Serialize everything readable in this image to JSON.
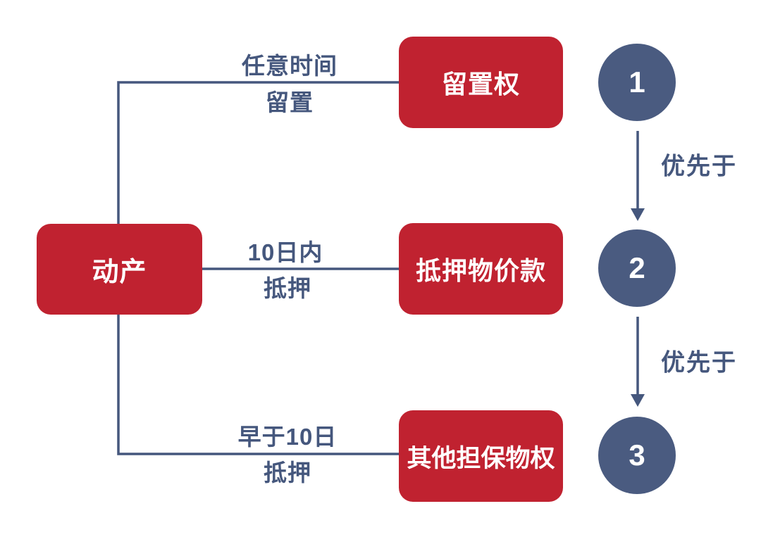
{
  "diagram": {
    "title_implied": "",
    "colors": {
      "background": "#ffffff",
      "node_red": "#C02230",
      "circle_blue": "#4A5B80",
      "line_blue": "#45577D",
      "label_blue": "#45577D",
      "node_text": "#ffffff"
    },
    "root": {
      "label": "动产"
    },
    "branches": [
      {
        "condition_line1": "任意时间",
        "condition_line2": "留置",
        "target": "留置权",
        "rank": "1"
      },
      {
        "condition_line1": "10日内",
        "condition_line2": "抵押",
        "target": "抵押物价款",
        "rank": "2"
      },
      {
        "condition_line1": "早于10日",
        "condition_line2": "抵押",
        "target": "其他担保物权",
        "rank": "3"
      }
    ],
    "priority_label": "优先于"
  }
}
